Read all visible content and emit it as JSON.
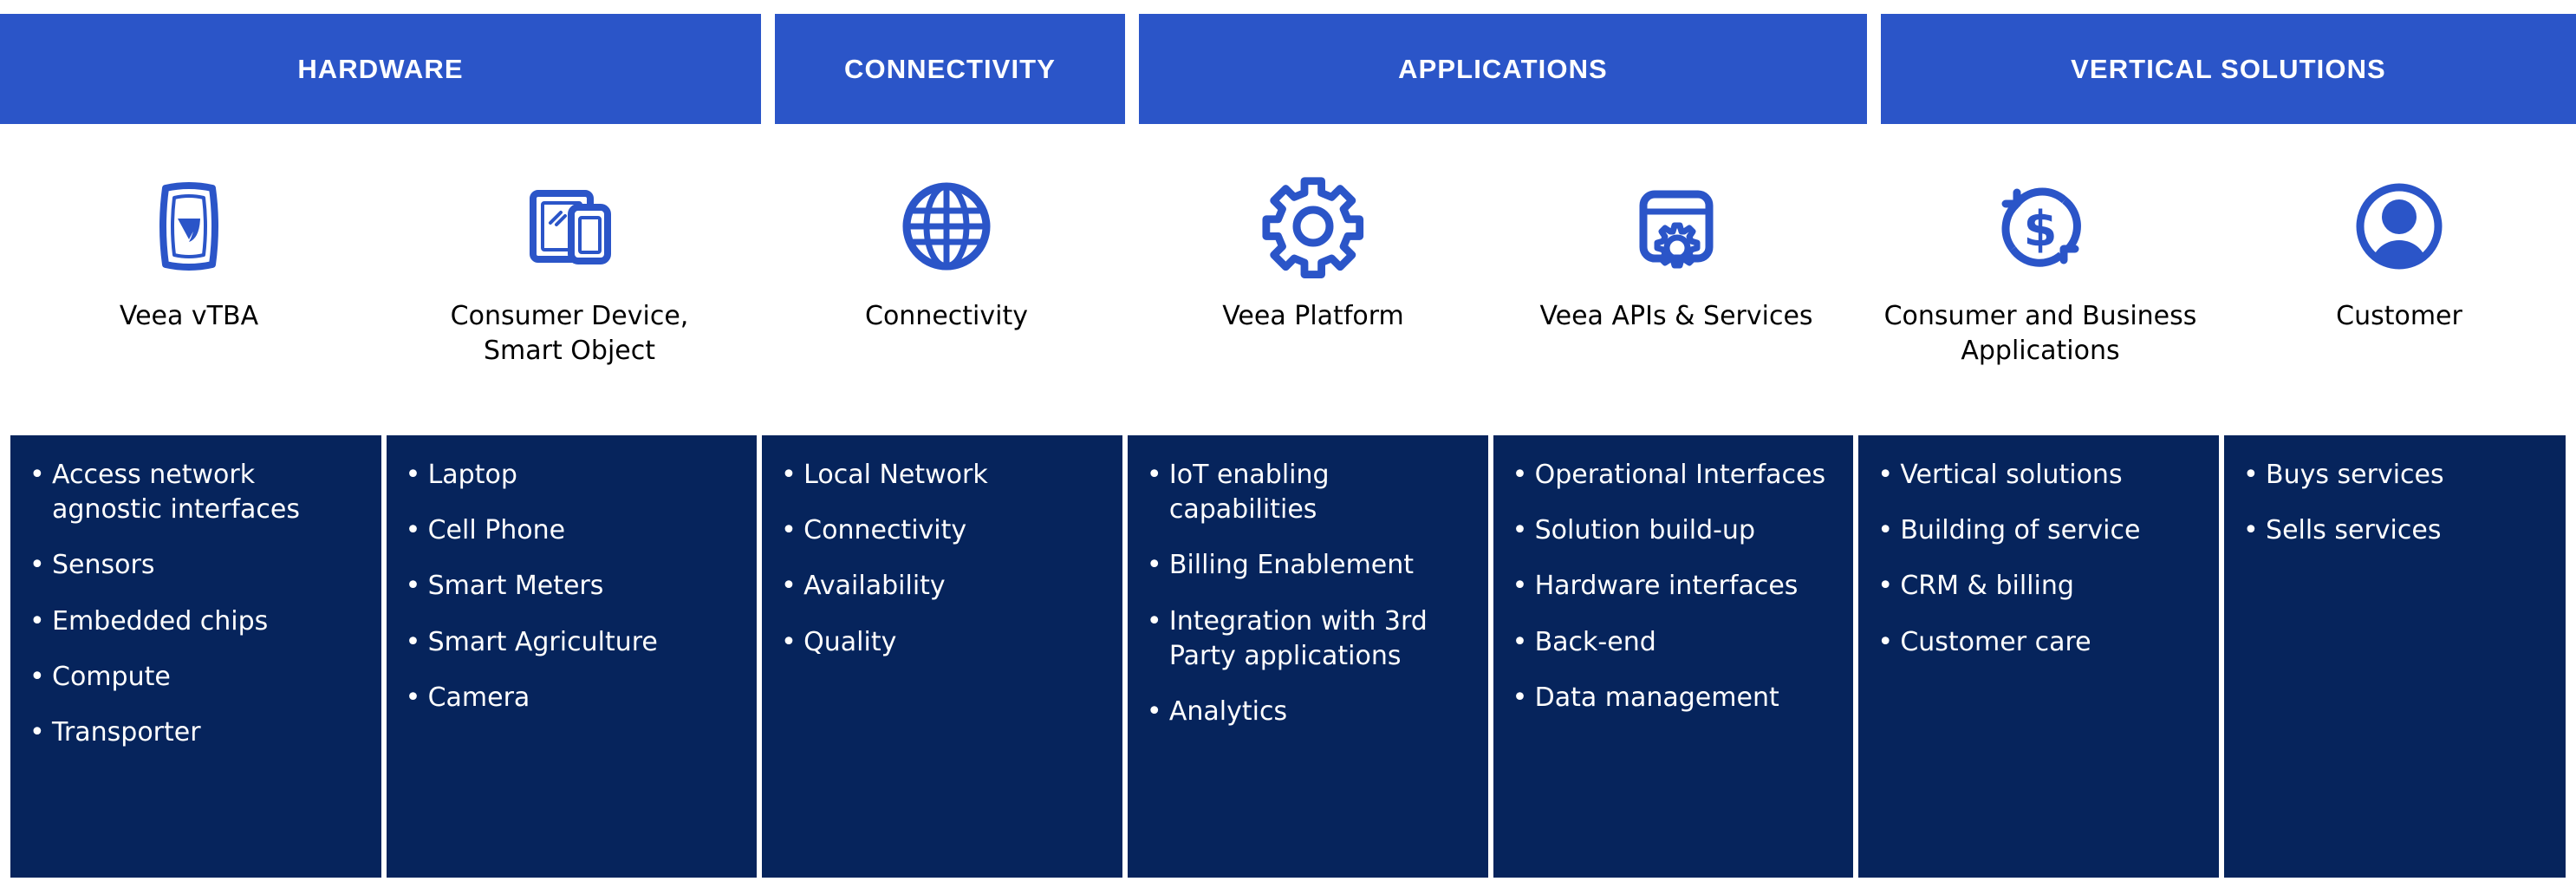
{
  "colors": {
    "header_blue": "#2b55c8",
    "panel_navy": "#06245c",
    "icon_blue": "#2b55c8",
    "text_white": "#ffffff",
    "text_black": "#000000",
    "page_background": "#ffffff"
  },
  "headers": [
    {
      "label": "HARDWARE",
      "span": 2
    },
    {
      "label": "CONNECTIVITY",
      "span": 1
    },
    {
      "label": "APPLICATIONS",
      "span": 2
    },
    {
      "label": "VERTICAL SOLUTIONS",
      "span": 2
    }
  ],
  "icons": [
    {
      "icon": "veea-device-icon",
      "caption": "Veea vTBA"
    },
    {
      "icon": "tablet-phone-devices-icon",
      "caption": "Consumer Device,\nSmart Object"
    },
    {
      "icon": "globe-icon",
      "caption": "Connectivity"
    },
    {
      "icon": "gear-icon",
      "caption": "Veea Platform"
    },
    {
      "icon": "browser-window-gear-icon",
      "caption": "Veea APIs & Services"
    },
    {
      "icon": "dollar-refresh-icon",
      "caption": "Consumer and Business\nApplications"
    },
    {
      "icon": "user-circle-icon",
      "caption": "Customer"
    }
  ],
  "columns": [
    {
      "name": "veea-vtba",
      "bullets": [
        "Access network agnostic interfaces",
        "Sensors",
        "Embedded chips",
        "Compute",
        "Transporter"
      ]
    },
    {
      "name": "consumer-device-smart-object",
      "bullets": [
        "Laptop",
        "Cell Phone",
        "Smart Meters",
        "Smart Agriculture",
        "Camera"
      ]
    },
    {
      "name": "connectivity",
      "bullets": [
        "Local Network",
        "Connectivity",
        "Availability",
        "Quality"
      ]
    },
    {
      "name": "veea-platform",
      "bullets": [
        "IoT enabling capabilities",
        "Billing Enablement",
        "Integration with 3rd Party applications",
        "Analytics"
      ]
    },
    {
      "name": "veea-apis-services",
      "bullets": [
        "Operational Interfaces",
        "Solution build-up",
        "Hardware interfaces",
        "Back-end",
        "Data management"
      ]
    },
    {
      "name": "consumer-business-applications",
      "bullets": [
        "Vertical solutions",
        "Building of service",
        "CRM & billing",
        "Customer care"
      ]
    },
    {
      "name": "customer",
      "bullets": [
        "Buys services",
        "Sells services"
      ]
    }
  ],
  "bullet_marker": "•"
}
